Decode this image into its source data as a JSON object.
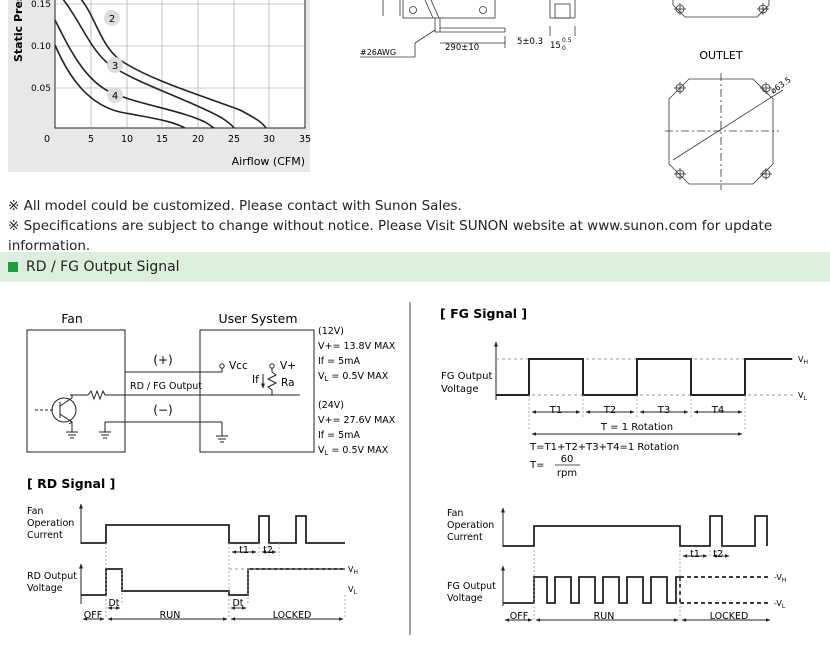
{
  "pq_chart": {
    "ylabel": "Static Press",
    "xlabel": "Airflow (CFM)",
    "y_ticks": [
      "0.15",
      "0.10",
      "0.05"
    ],
    "x_ticks": [
      "0",
      "5",
      "10",
      "15",
      "20",
      "25",
      "30",
      "35"
    ],
    "curve_labels": [
      "2",
      "3",
      "4"
    ]
  },
  "dimensions": {
    "wire": "#26AWG",
    "length": "290±10",
    "dim_a": "5±0.3",
    "dim_b": "15",
    "dim_b_tol_top": "0.5",
    "dim_b_tol_bot": "0"
  },
  "outlet": {
    "label": "OUTLET",
    "diameter": "ø63.5"
  },
  "notes": [
    "※ All model could be customized. Please contact with Sunon Sales.",
    "※ Specifications are subject to change without notice. Please  Visit SUNON website at  www.sunon.com for update information."
  ],
  "section_title": "RD / FG Output Signal",
  "circuit": {
    "fan": "Fan",
    "user_system": "User System",
    "plus": "(+)",
    "minus": "(−)",
    "output": "RD / FG Output",
    "vcc": "Vcc",
    "vplus": "V+",
    "if": "If",
    "ra": "Ra",
    "spec12": {
      "head": "(12V)",
      "v": "V+= 13.8V MAX",
      "i": "If   = 5mA",
      "vl": "V",
      "vl_sub": "L",
      "vl_val": " = 0.5V MAX"
    },
    "spec24": {
      "head": "(24V)",
      "v": "V+= 27.6V MAX",
      "i": "If   = 5mA",
      "vl": "V",
      "vl_sub": "L",
      "vl_val": " = 0.5V MAX"
    }
  },
  "fg_signal": {
    "title": "[ FG Signal ]",
    "ylabel1": "FG Output",
    "ylabel2": "Voltage",
    "vh": "V",
    "vh_sub": "H",
    "vl": "V",
    "vl_sub": "L",
    "periods": [
      "T1",
      "T2",
      "T3",
      "T4"
    ],
    "rotation": "T = 1 Rotation",
    "formula1": "T=T1+T2+T3+T4=1 Rotation",
    "formula_t": "T=",
    "formula_num": "60",
    "formula_den": "rpm"
  },
  "rd_signal": {
    "title": "[ RD Signal ]",
    "current1": "Fan",
    "current2": "Operation",
    "current3": "Current",
    "out1": "RD Output",
    "out2": "Voltage",
    "t1": "t1",
    "t2": "t2",
    "dt": "Dt",
    "off": "OFF",
    "run": "RUN",
    "locked": "LOCKED"
  },
  "fg_timing": {
    "current1": "Fan",
    "current2": "Operation",
    "current3": "Current",
    "out1": "FG Output",
    "out2": "Voltage",
    "t1": "t1",
    "t2": "t2",
    "off": "OFF",
    "run": "RUN",
    "locked": "LOCKED"
  }
}
